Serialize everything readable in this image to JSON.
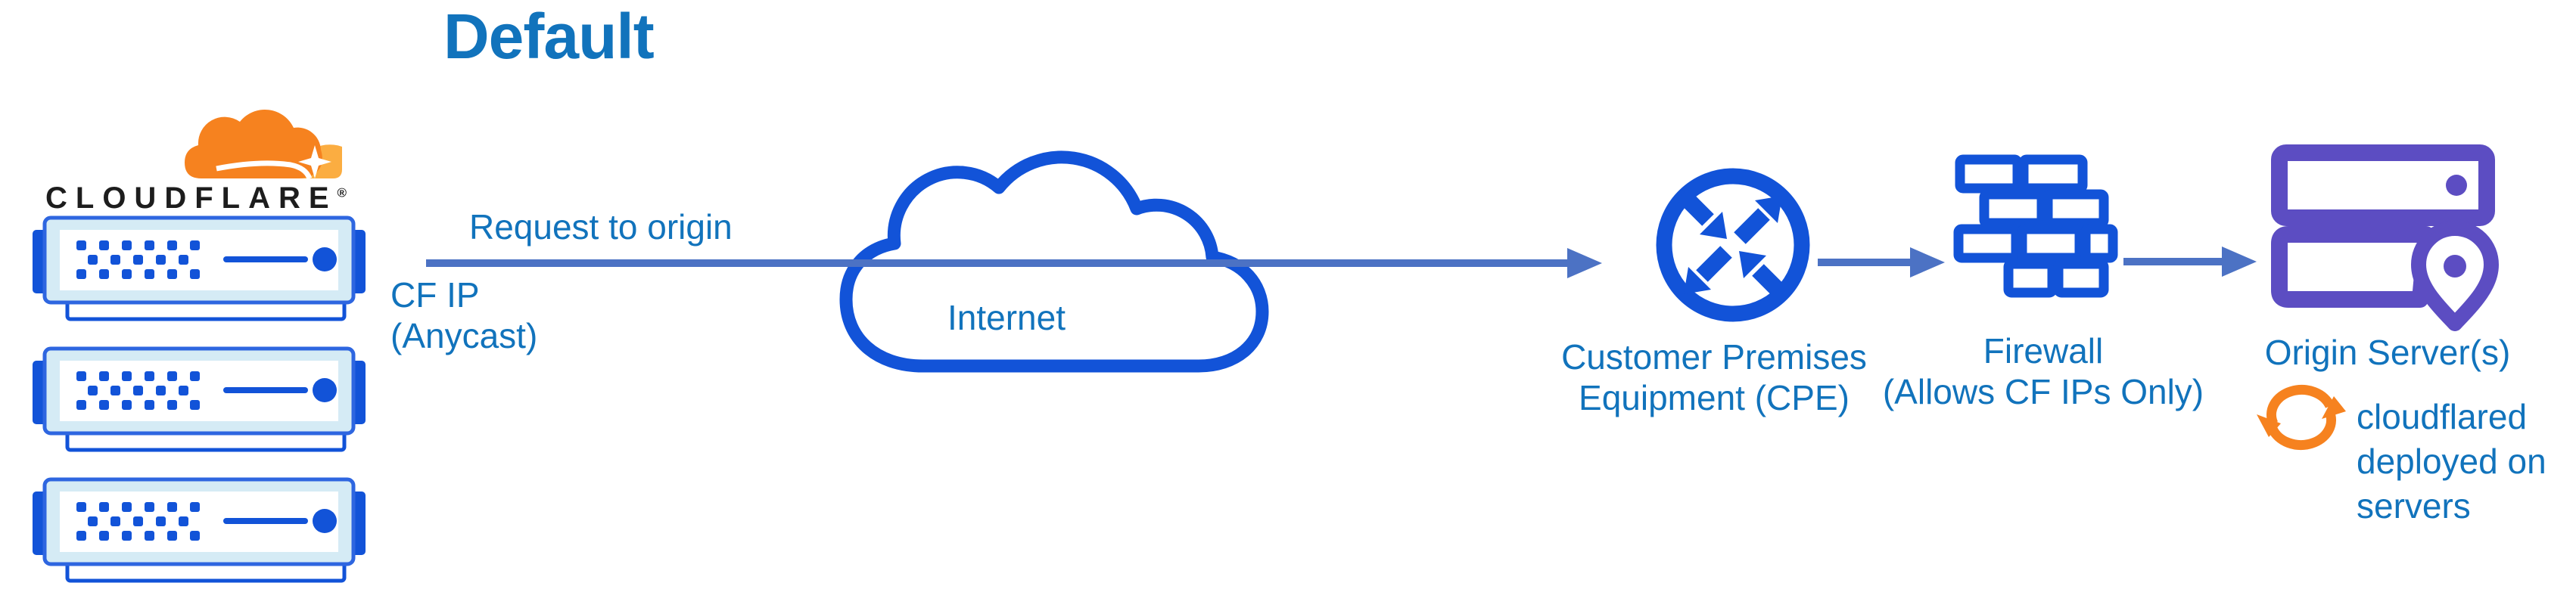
{
  "title": "Default",
  "logo": {
    "wordmark": "CLOUDFLARE",
    "registered_mark": "®",
    "icon": "cloudflare-cloud-logo"
  },
  "edge_servers": {
    "icon": "edge-server-stack",
    "count": 3
  },
  "flow": {
    "request_label": "Request to origin",
    "cf_ip": {
      "lines": [
        "CF IP",
        "(Anycast)"
      ]
    },
    "internet_label": "Internet",
    "cpe": {
      "icon": "cpe-router-icon",
      "lines": [
        "Customer Premises",
        "Equipment (CPE)"
      ]
    },
    "firewall": {
      "icon": "firewall-brick-icon",
      "lines": [
        "Firewall",
        "(Allows CF IPs Only)"
      ]
    },
    "origin": {
      "icon": "origin-server-stack-icon",
      "label": "Origin Server(s)",
      "note_icon": "sync-arrows-icon",
      "note": "cloudflared deployed on servers"
    }
  },
  "colors": {
    "text_blue": "#1173BC",
    "icon_blue": "#1253D8",
    "arrow_blue": "#4C72C4",
    "server_fill": "#D5EBF5",
    "purple": "#5C4DC2",
    "orange": "#F6821F",
    "orange_light": "#FBAD41",
    "wordmark_black": "#1D1D1D"
  }
}
